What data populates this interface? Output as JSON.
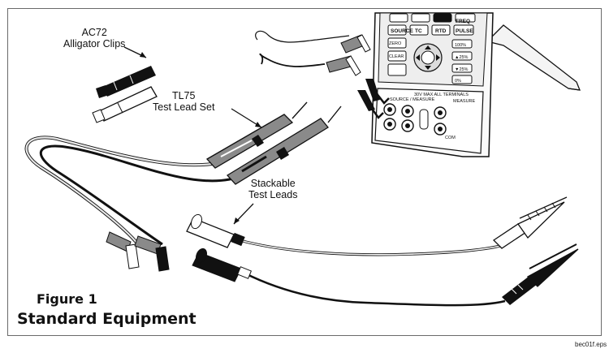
{
  "labels": {
    "ac72_line1": "AC72",
    "ac72_line2": "Alligator Clips",
    "tl75_line1": "TL75",
    "tl75_line2": "Test Lead Set",
    "stackable_line1": "Stackable",
    "stackable_line2": "Test Leads"
  },
  "figure": {
    "number": "Figure 1",
    "caption": "Standard Equipment"
  },
  "file_code": "bec01f.eps",
  "calibrator": {
    "buttons": [
      "SOURCE",
      "TC",
      "RTD",
      "FREQ",
      "PULSE"
    ],
    "terminal_text": "30V MAX ALL TERMINALS",
    "source_measure": "SOURCE / MEASURE",
    "measure": "MEASURE",
    "com": "COM"
  },
  "colors": {
    "ink": "#111111",
    "gray_lead": "#8a8a8a",
    "light": "#f2f2f2"
  }
}
